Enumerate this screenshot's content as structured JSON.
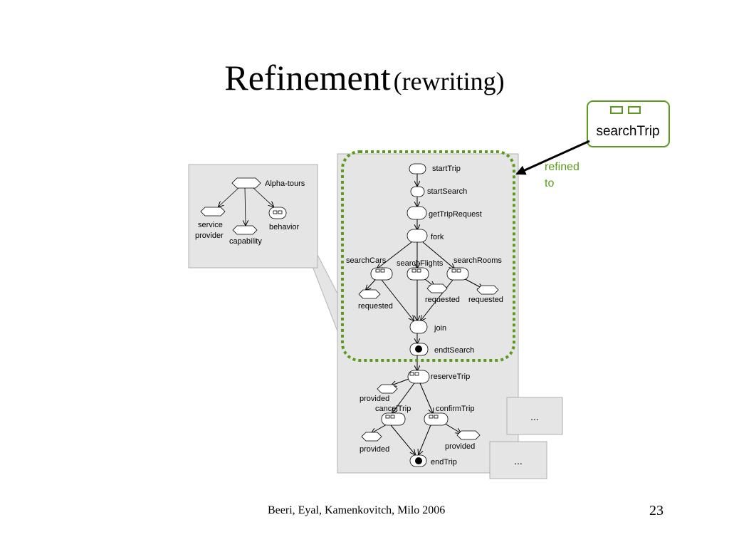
{
  "slide": {
    "title_main": "Refinement",
    "title_sub": "(rewriting)",
    "footer": "Beeri, Eyal, Kamenkovitch, Milo  2006",
    "page_number": "23"
  },
  "callout": {
    "label": "searchTrip",
    "refined_label_1": "refined",
    "refined_label_2": "to",
    "accent_color": "#5a9a1c"
  },
  "left_panel": {
    "root": "Alpha-tours",
    "service_1": "service",
    "service_2": "provider",
    "capability": "capability",
    "behavior": "behavior"
  },
  "main_graph": {
    "startTrip": "startTrip",
    "startSearch": "startSearch",
    "getTripRequest": "getTripRequest",
    "fork": "fork",
    "searchCars": "searchCars",
    "searchFlights": "searchFlights",
    "searchRooms": "searchRooms",
    "requested": "requested",
    "join": "join",
    "endtSearch": "endtSearch",
    "reserveTrip": "reserveTrip",
    "provided": "provided",
    "cancelTrip": "cancelTrip",
    "confirmTrip": "confirmTrip",
    "endTrip": "endTrip"
  },
  "ellipsis_boxes": [
    "...",
    "..."
  ]
}
